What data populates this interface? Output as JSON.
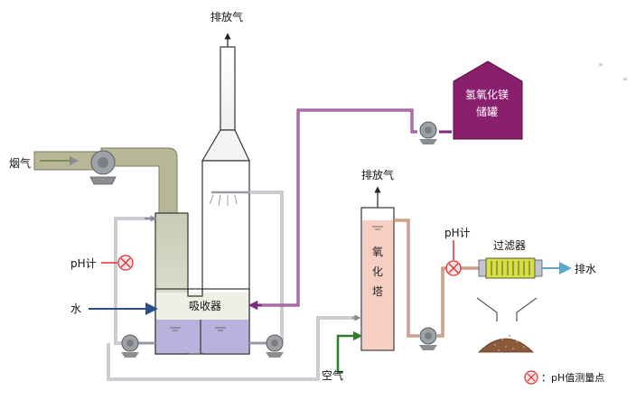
{
  "labels": {
    "exhaust_top": "排放气",
    "exhaust_right": "排放气",
    "flue_gas": "烟气",
    "water": "水",
    "ph_meter_left": "pH计",
    "ph_meter_right": "pH计",
    "absorber": "吸收器",
    "tank_line1": "氢氧化镁",
    "tank_line2": "储罐",
    "oxidation_tower": [
      "氧",
      "化",
      "塔"
    ],
    "filter": "过滤器",
    "drain": "排水",
    "air": "空气",
    "legend": "pH值测量点"
  },
  "colors": {
    "duct": "#b8b898",
    "duct_dark": "#8c8c6c",
    "tank": "#8a1f6e",
    "liquid": "#b9b2dc",
    "oxidation_fill": "#f6cfc2",
    "filter_fill": "#d8e03c",
    "pipe_purple": "#7e2a7a",
    "pipe_blue": "#2a4d8f",
    "pipe_green": "#2e7a2e",
    "pipe_grey": "#9a9aa6",
    "pipe_brown": "#a86a4e",
    "ph_marker": "#e03030"
  }
}
